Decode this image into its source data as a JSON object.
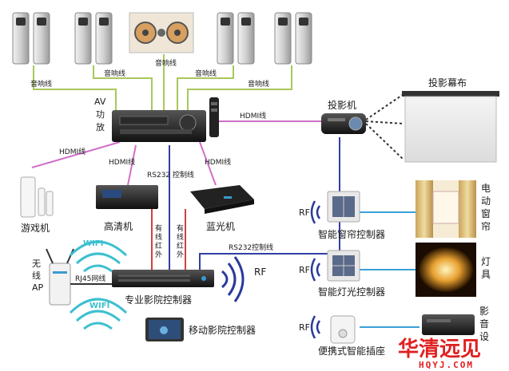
{
  "labels": {
    "speaker_wire": "音响线",
    "av_amp": [
      "AV",
      "功",
      "放"
    ],
    "hdmi": "HDMI线",
    "rs232_control": "RS232 控制线",
    "rs232": "RS232控制线",
    "wired_ir": [
      "有",
      "线",
      "红",
      "外"
    ],
    "projector": "投影机",
    "screen": "投影幕布",
    "game": "游戏机",
    "hd_player": "高清机",
    "bluray": "蓝光机",
    "wireless_ap": [
      "无",
      "线",
      "AP"
    ],
    "rj45": "RJ45网线",
    "wifi": "WIFI",
    "controller": "专业影院控制器",
    "mobile": "移动影院控制器",
    "rf": "RF",
    "curtain_ctrl": "智能窗帘控制器",
    "light_ctrl": "智能灯光控制器",
    "socket": "便携式智能插座",
    "curtain": [
      "电",
      "动",
      "窗",
      "帘"
    ],
    "lamp": [
      "灯",
      "具"
    ],
    "audio": [
      "影",
      "音",
      "设"
    ]
  },
  "watermark": {
    "brand": "华清远见",
    "url": "HQYJ.COM"
  },
  "colors": {
    "speaker_wire": "#a8c85a",
    "hdmi": "#d070c8",
    "ir": "#d04040",
    "rs232": "#3040a0",
    "rf_wave": "#2a3a9a",
    "wifi_wave": "#3cc0d0",
    "dashed": "#333333",
    "watermark": "#e02020"
  }
}
